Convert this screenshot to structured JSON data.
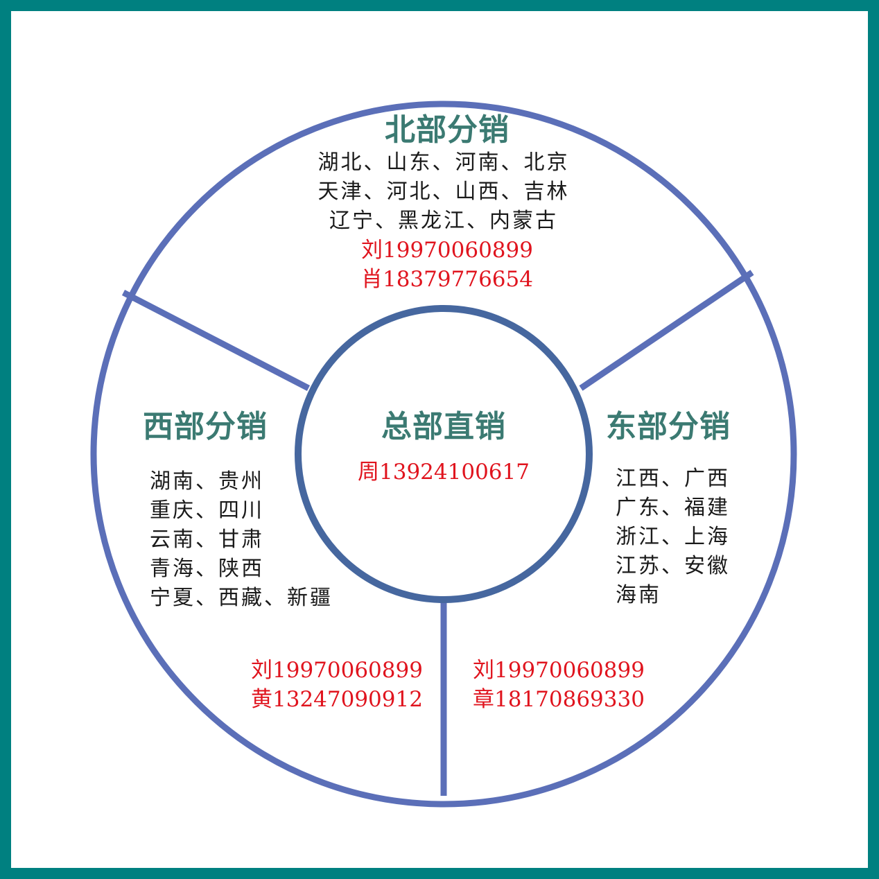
{
  "colors": {
    "frame": "#008080",
    "ring": "#5b6fb8",
    "inner_ring": "#46679f",
    "title": "#3b7a72",
    "phone": "#e0141e"
  },
  "center": {
    "title": "总部直销",
    "phone": "周13924100617"
  },
  "north": {
    "title": "北部分销",
    "provinces": [
      "湖北、山东、河南、北京",
      "天津、河北、山西、吉林",
      "辽宁、黑龙江、内蒙古"
    ],
    "phones": [
      "刘19970060899",
      "肖18379776654"
    ]
  },
  "west": {
    "title": "西部分销",
    "provinces": [
      "湖南、贵州",
      "重庆、四川",
      "云南、甘肃",
      "青海、陕西",
      "宁夏、西藏、新疆"
    ],
    "phones": [
      "刘19970060899",
      "黄13247090912"
    ]
  },
  "east": {
    "title": "东部分销",
    "provinces": [
      "江西、广西",
      "广东、福建",
      "浙江、上海",
      "江苏、安徽",
      "海南"
    ],
    "phones": [
      "刘19970060899",
      "章18170869330"
    ]
  }
}
